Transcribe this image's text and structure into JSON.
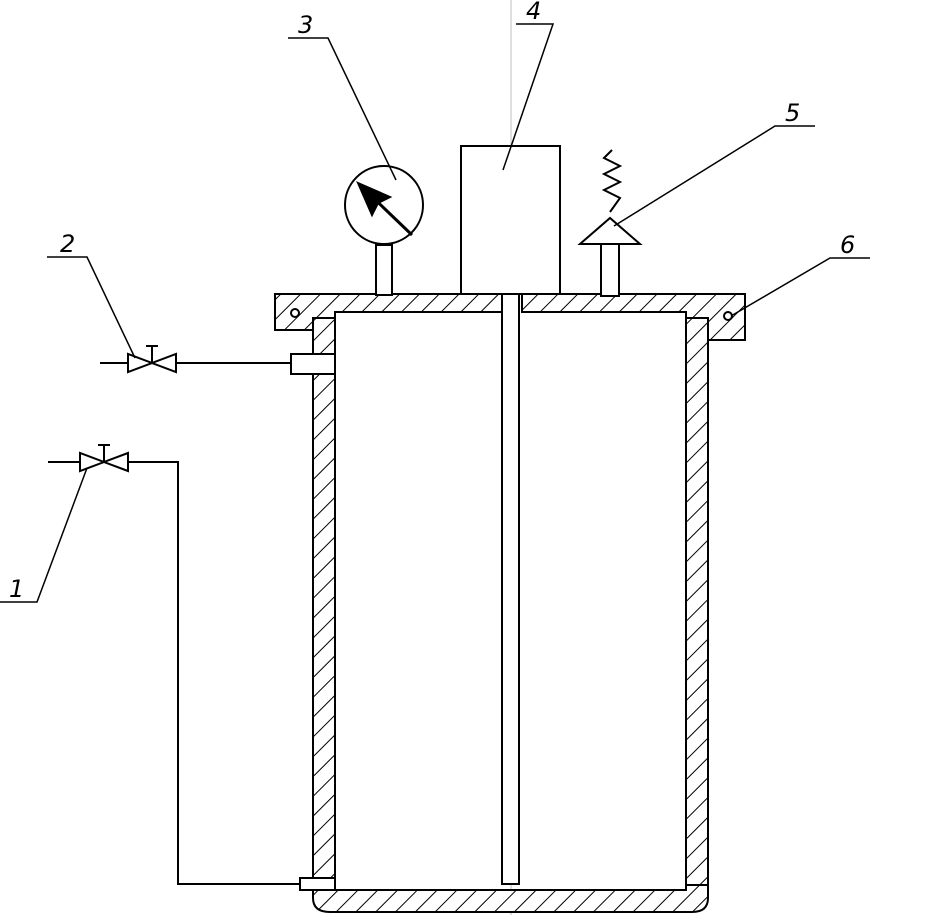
{
  "callouts": [
    {
      "id": "1",
      "label": "1"
    },
    {
      "id": "2",
      "label": "2"
    },
    {
      "id": "3",
      "label": "3"
    },
    {
      "id": "4",
      "label": "4"
    },
    {
      "id": "5",
      "label": "5"
    },
    {
      "id": "6",
      "label": "6"
    }
  ],
  "colors": {
    "line": "#000000",
    "background": "#ffffff",
    "guide": "#bfbfbf"
  }
}
